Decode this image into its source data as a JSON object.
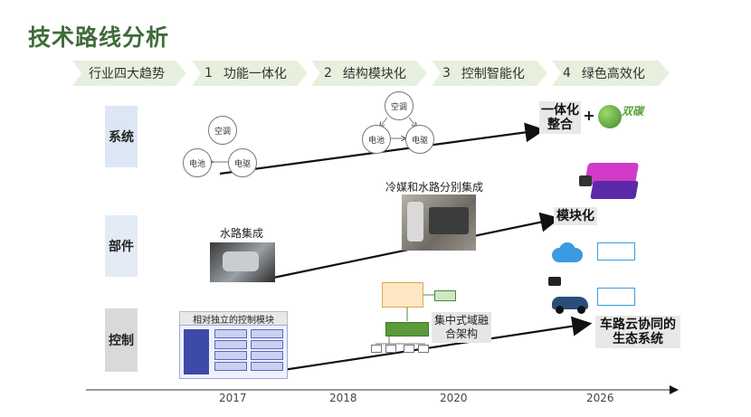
{
  "title": "技术路线分析",
  "trends": {
    "lead": "行业四大趋势",
    "items": [
      {
        "num": "1",
        "label": "功能一体化"
      },
      {
        "num": "2",
        "label": "结构模块化"
      },
      {
        "num": "3",
        "label": "控制智能化"
      },
      {
        "num": "4",
        "label": "绿色高效化"
      }
    ]
  },
  "rows": {
    "system": "系统",
    "component": "部件",
    "control": "控制"
  },
  "nodes": {
    "ac": "空调",
    "battery": "电池",
    "motor": "电驱"
  },
  "captions": {
    "water_route": "水路集成",
    "coolant_water": "冷媒和水路分别集成",
    "independent_modules": "相对独立的控制模块",
    "centralized_domain": "集中式域融合架构"
  },
  "targets": {
    "integration": "一体化整合",
    "plus": "+",
    "eco_tag": "双碳",
    "modular": "模块化",
    "vehicle_cloud": "车路云协同的生态系统"
  },
  "timeline": {
    "years": [
      "2017",
      "2018",
      "2020",
      "2026"
    ]
  },
  "colors": {
    "title_green": "#3f6b3a",
    "chevron_green": "#e6f0dd",
    "system_band": "#dde6f3",
    "component_band": "#e3ebf5",
    "control_band": "#d9d9d9",
    "target_box": "#e8e8e8",
    "arrow": "#111111"
  },
  "icons": [
    "cloud-icon",
    "car-icon",
    "chip-icon",
    "globe-icon"
  ]
}
